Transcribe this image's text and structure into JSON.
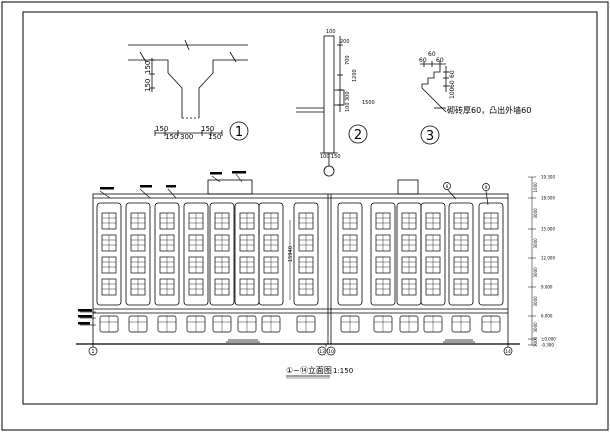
{
  "detail1": {
    "number": "1",
    "dims_vertical": [
      "150",
      "150"
    ],
    "dims_bottom": [
      "150",
      "150",
      "300",
      "150",
      "150"
    ]
  },
  "detail2": {
    "number": "2",
    "dims_top": [
      "200",
      "100"
    ],
    "dims_side": [
      "700",
      "1200",
      "300",
      "100"
    ],
    "dims_bottom": [
      "100",
      "150"
    ],
    "note": "1500"
  },
  "detail3": {
    "number": "3",
    "dims_top": [
      "60",
      "60",
      "60"
    ],
    "dims_side": [
      "60",
      "60",
      "100"
    ],
    "note": "砌砖厚60，凸出外墙60"
  },
  "elevation": {
    "title": "①~⑭立面图",
    "scale": "1:150",
    "axis_left": "1",
    "axis_mid": "13",
    "axis_mid2": "10",
    "axis_right": "14",
    "bubble_top_1": "8",
    "bubble_top_2": "9",
    "center_dim": "15940",
    "level_values": [
      "19.300",
      "18.000",
      "15.000",
      "12.000",
      "9.000",
      "6.000",
      "±0.000",
      "-0.300"
    ],
    "level_dims": [
      "1000",
      "3000",
      "3000",
      "3000",
      "3000",
      "3000",
      "3000"
    ]
  }
}
